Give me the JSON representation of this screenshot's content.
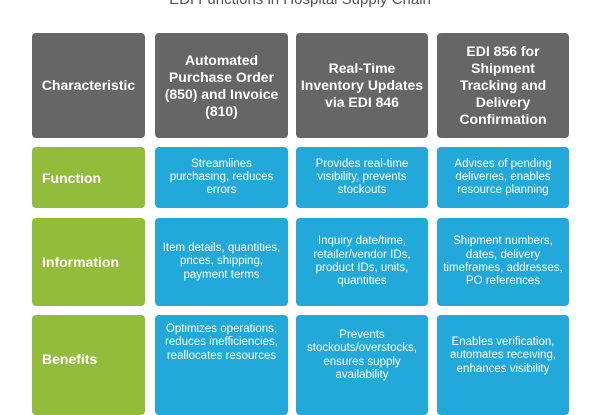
{
  "title": "EDI Functions in Hospital Supply Chain",
  "header": {
    "characteristic": "Characteristic",
    "columns": [
      "Automated Purchase Order (850) and Invoice (810)",
      "Real-Time Inventory Updates via EDI 846",
      "EDI 856 for Shipment Tracking and Delivery Confirmation"
    ]
  },
  "rows": [
    {
      "label": "Function",
      "values": [
        "Streamlines purchasing, reduces errors",
        "Provides real-time visibility, prevents stockouts",
        "Advises of pending deliveries, enables resource planning"
      ]
    },
    {
      "label": "Information",
      "values": [
        "Item details, quantities, prices, shipping, payment terms",
        "Inquiry date/time, retailer/vendor IDs, product IDs, units, quantities",
        "Shipment numbers, dates, delivery timeframes, addresses, PO references"
      ]
    },
    {
      "label": "Benefits",
      "values": [
        "Optimizes operations, reduces inefficiencies, reallocates resources",
        "Prevents stockouts/overstocks, ensures supply availability",
        "Enables verification, automates receiving, enhances visibility"
      ]
    }
  ],
  "colors": {
    "header": "#666666",
    "label": "#93bc3b",
    "value": "#22a9d9"
  }
}
